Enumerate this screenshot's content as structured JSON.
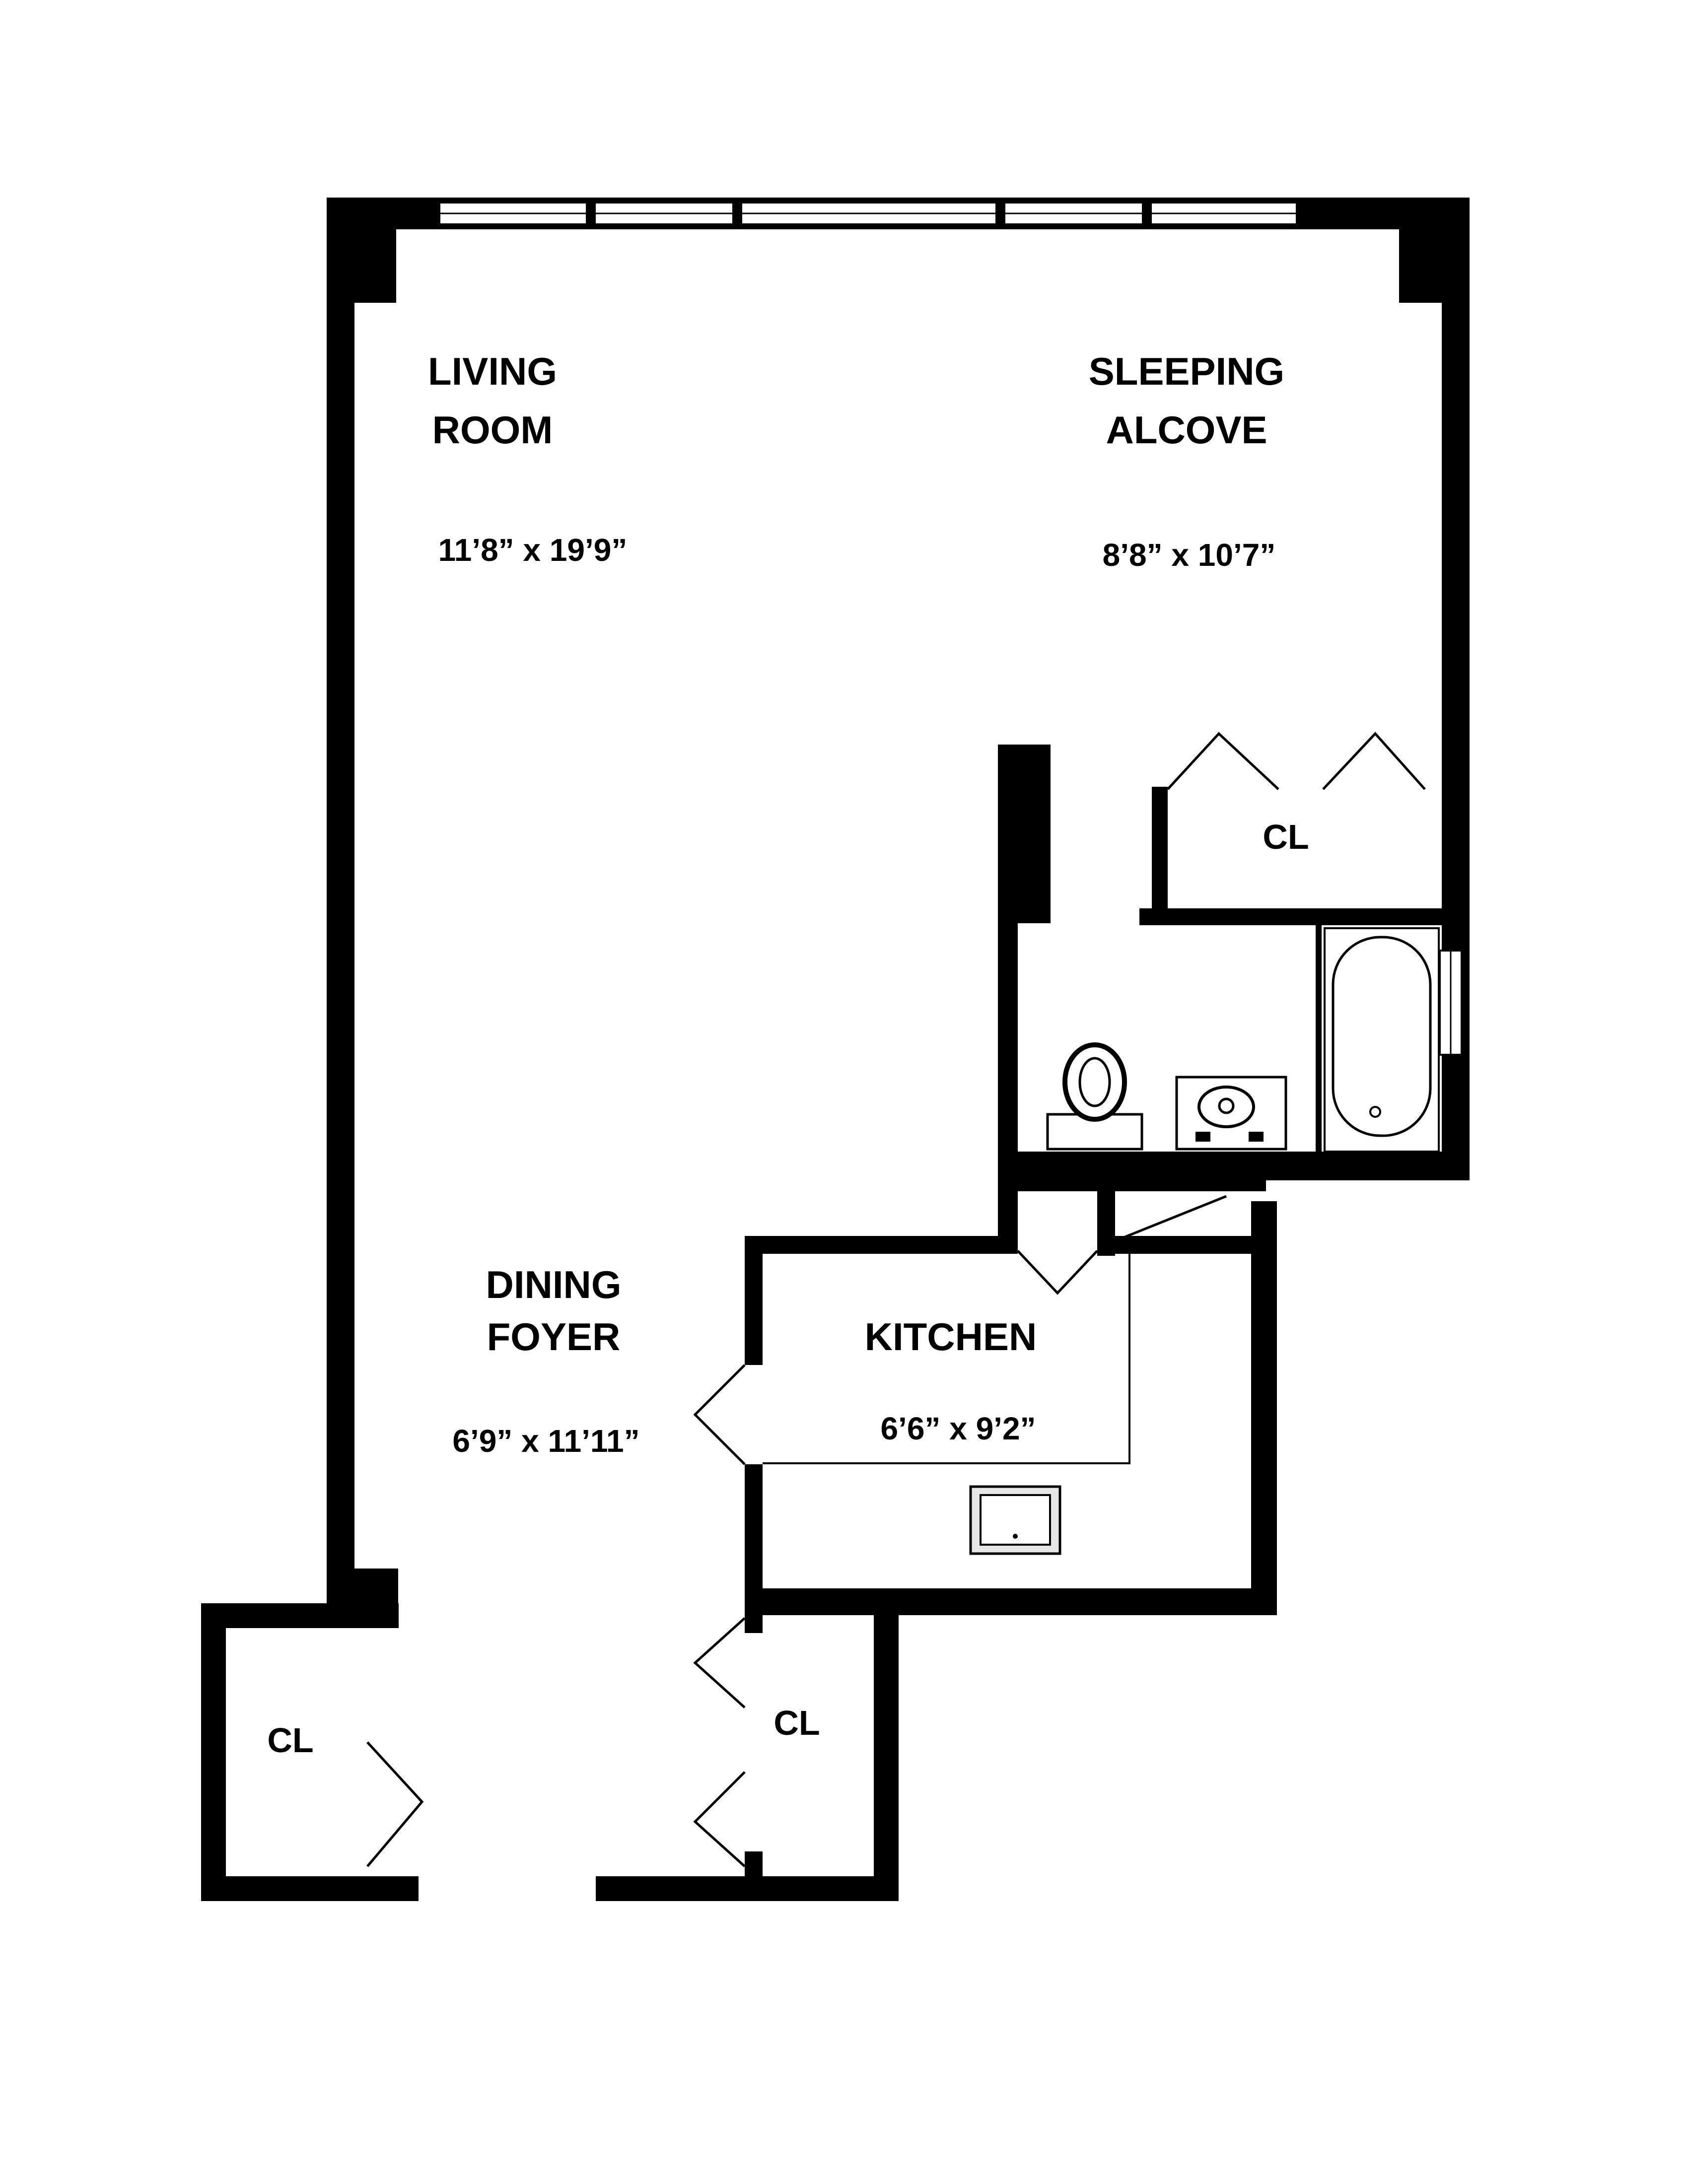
{
  "rooms": {
    "living": {
      "name_line1": "LIVING",
      "name_line2": "ROOM",
      "dimensions": "11’8” x 19’9”"
    },
    "sleeping": {
      "name_line1": "SLEEPING",
      "name_line2": "ALCOVE",
      "dimensions": "8’8” x 10’7”"
    },
    "dining": {
      "name_line1": "DINING",
      "name_line2": "FOYER",
      "dimensions": "6’9” x 11’11”"
    },
    "kitchen": {
      "name_line1": "KITCHEN",
      "dimensions": "6’6” x 9’2”"
    },
    "closet_alcove": {
      "name": "CL"
    },
    "closet_foyer": {
      "name": "CL"
    },
    "closet_entry": {
      "name": "CL"
    }
  },
  "colors": {
    "wall": "#000000",
    "background": "#ffffff",
    "fixture_fill": "#e6e6e6"
  }
}
